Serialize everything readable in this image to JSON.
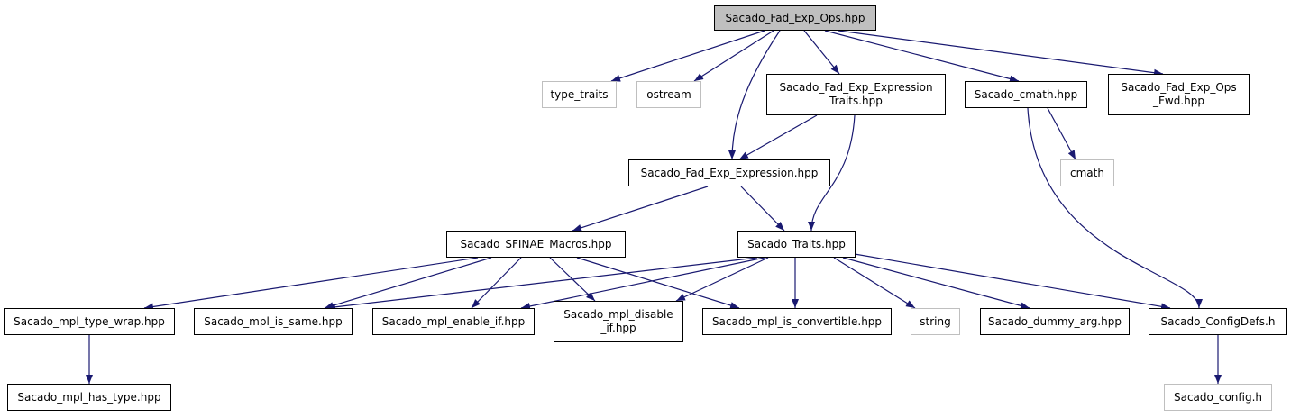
{
  "diagram": {
    "type": "include-dependency-graph",
    "edge_color": "#191970",
    "root_fill": "#bfbfbf",
    "external_border": "#bfbfbf",
    "nodes": [
      {
        "id": "ops",
        "label": "Sacado_Fad_Exp_Ops.hpp",
        "kind": "root"
      },
      {
        "id": "type_traits",
        "label": "type_traits",
        "kind": "external"
      },
      {
        "id": "ostream",
        "label": "ostream",
        "kind": "external"
      },
      {
        "id": "exprtraits",
        "label": "Sacado_Fad_Exp_Expression\nTraits.hpp",
        "kind": "file"
      },
      {
        "id": "cmath_hpp",
        "label": "Sacado_cmath.hpp",
        "kind": "file"
      },
      {
        "id": "ops_fwd",
        "label": "Sacado_Fad_Exp_Ops\n_Fwd.hpp",
        "kind": "file"
      },
      {
        "id": "cmath",
        "label": "cmath",
        "kind": "external"
      },
      {
        "id": "expression",
        "label": "Sacado_Fad_Exp_Expression.hpp",
        "kind": "file"
      },
      {
        "id": "sfinae",
        "label": "Sacado_SFINAE_Macros.hpp",
        "kind": "file"
      },
      {
        "id": "traits",
        "label": "Sacado_Traits.hpp",
        "kind": "file"
      },
      {
        "id": "typewrap",
        "label": "Sacado_mpl_type_wrap.hpp",
        "kind": "file"
      },
      {
        "id": "issame",
        "label": "Sacado_mpl_is_same.hpp",
        "kind": "file"
      },
      {
        "id": "enableif",
        "label": "Sacado_mpl_enable_if.hpp",
        "kind": "file"
      },
      {
        "id": "disableif",
        "label": "Sacado_mpl_disable\n_if.hpp",
        "kind": "file"
      },
      {
        "id": "isconv",
        "label": "Sacado_mpl_is_convertible.hpp",
        "kind": "file"
      },
      {
        "id": "string",
        "label": "string",
        "kind": "external"
      },
      {
        "id": "dummyarg",
        "label": "Sacado_dummy_arg.hpp",
        "kind": "file"
      },
      {
        "id": "configdefs",
        "label": "Sacado_ConfigDefs.h",
        "kind": "file"
      },
      {
        "id": "hastype",
        "label": "Sacado_mpl_has_type.hpp",
        "kind": "file"
      },
      {
        "id": "config",
        "label": "Sacado_config.h",
        "kind": "external"
      }
    ],
    "edges": [
      [
        "ops",
        "type_traits"
      ],
      [
        "ops",
        "ostream"
      ],
      [
        "ops",
        "expression"
      ],
      [
        "ops",
        "exprtraits"
      ],
      [
        "ops",
        "cmath_hpp"
      ],
      [
        "ops",
        "ops_fwd"
      ],
      [
        "exprtraits",
        "expression"
      ],
      [
        "exprtraits",
        "traits"
      ],
      [
        "cmath_hpp",
        "cmath"
      ],
      [
        "cmath_hpp",
        "configdefs"
      ],
      [
        "expression",
        "sfinae"
      ],
      [
        "expression",
        "traits"
      ],
      [
        "sfinae",
        "typewrap"
      ],
      [
        "sfinae",
        "issame"
      ],
      [
        "sfinae",
        "enableif"
      ],
      [
        "sfinae",
        "disableif"
      ],
      [
        "sfinae",
        "isconv"
      ],
      [
        "traits",
        "issame"
      ],
      [
        "traits",
        "enableif"
      ],
      [
        "traits",
        "disableif"
      ],
      [
        "traits",
        "isconv"
      ],
      [
        "traits",
        "string"
      ],
      [
        "traits",
        "dummyarg"
      ],
      [
        "traits",
        "configdefs"
      ],
      [
        "typewrap",
        "hastype"
      ],
      [
        "configdefs",
        "config"
      ]
    ]
  }
}
